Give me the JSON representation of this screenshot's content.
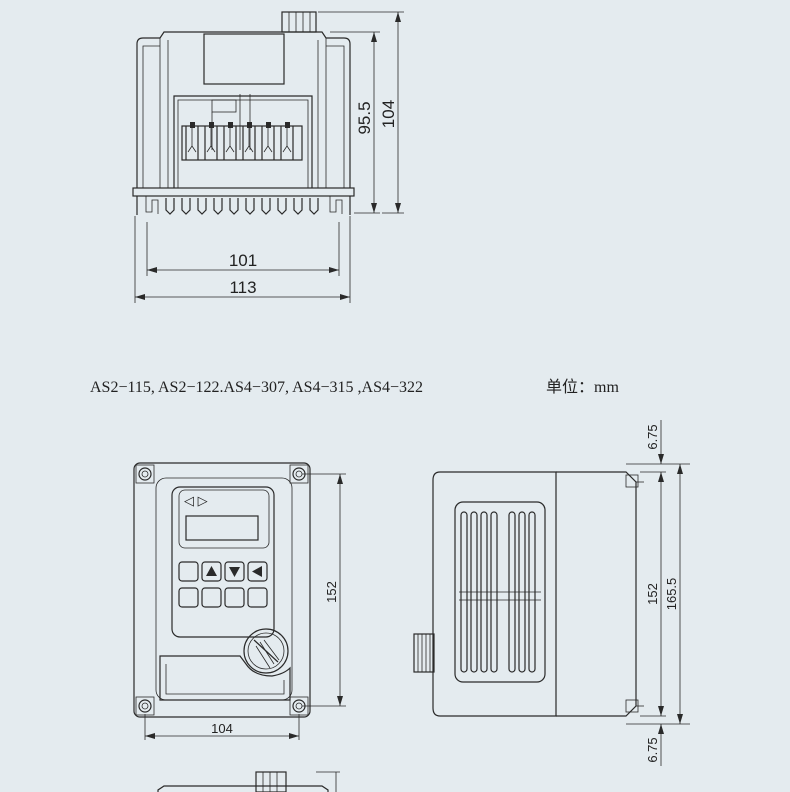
{
  "top_view": {
    "width_inner": "101",
    "width_outer": "113",
    "height_inner": "95.5",
    "height_outer": "104"
  },
  "caption": {
    "models": "AS2−115, AS2−122.AS4−307, AS4−315 ,AS4−322",
    "unit": "单位：mm"
  },
  "front_view": {
    "width": "104",
    "height": "152",
    "led_hint": "◁ ▷"
  },
  "side_view": {
    "top_offset": "6.75",
    "height_inner": "152",
    "height_outer": "165.5",
    "bottom_offset": "6.75"
  }
}
